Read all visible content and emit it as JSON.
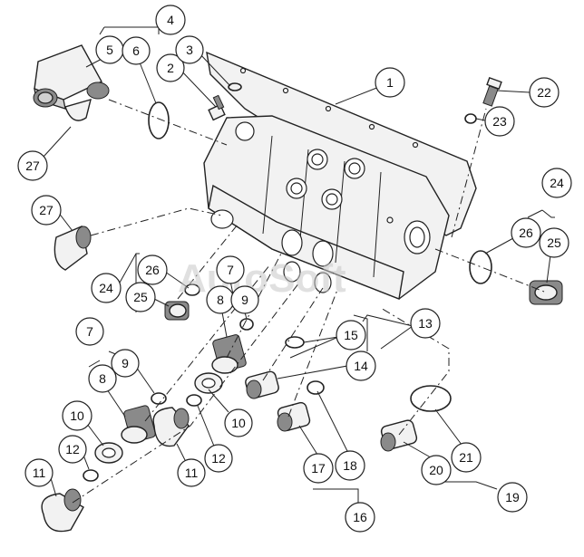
{
  "watermark": "AutoSoft",
  "callouts": [
    {
      "id": "c1",
      "label": "1"
    },
    {
      "id": "c2",
      "label": "2"
    },
    {
      "id": "c3",
      "label": "3"
    },
    {
      "id": "c4a",
      "label": "4"
    },
    {
      "id": "c5",
      "label": "5"
    },
    {
      "id": "c6",
      "label": "6"
    },
    {
      "id": "c7a",
      "label": "7"
    },
    {
      "id": "c7b",
      "label": "7"
    },
    {
      "id": "c8a",
      "label": "8"
    },
    {
      "id": "c8b",
      "label": "8"
    },
    {
      "id": "c9a",
      "label": "9"
    },
    {
      "id": "c9b",
      "label": "9"
    },
    {
      "id": "c10a",
      "label": "10"
    },
    {
      "id": "c10b",
      "label": "10"
    },
    {
      "id": "c11a",
      "label": "11"
    },
    {
      "id": "c11b",
      "label": "11"
    },
    {
      "id": "c12a",
      "label": "12"
    },
    {
      "id": "c12b",
      "label": "12"
    },
    {
      "id": "c13",
      "label": "13"
    },
    {
      "id": "c14",
      "label": "14"
    },
    {
      "id": "c15",
      "label": "15"
    },
    {
      "id": "c16",
      "label": "16"
    },
    {
      "id": "c17",
      "label": "17"
    },
    {
      "id": "c18",
      "label": "18"
    },
    {
      "id": "c19",
      "label": "19"
    },
    {
      "id": "c20",
      "label": "20"
    },
    {
      "id": "c21",
      "label": "21"
    },
    {
      "id": "c22",
      "label": "22"
    },
    {
      "id": "c23",
      "label": "23"
    },
    {
      "id": "c24a",
      "label": "24"
    },
    {
      "id": "c24b",
      "label": "24"
    },
    {
      "id": "c25a",
      "label": "25"
    },
    {
      "id": "c25b",
      "label": "25"
    },
    {
      "id": "c26a",
      "label": "26"
    },
    {
      "id": "c26b",
      "label": "26"
    },
    {
      "id": "c27a",
      "label": "27"
    },
    {
      "id": "c27b",
      "label": "27"
    }
  ]
}
